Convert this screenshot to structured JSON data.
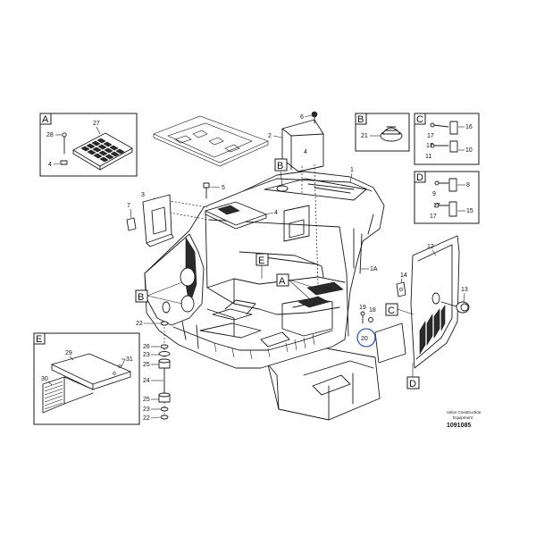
{
  "part_numbers": {
    "n1": "1",
    "n1a": "1A",
    "n2": "2",
    "n3": "3",
    "n4a": "4",
    "n4b": "4",
    "n4c": "4",
    "n5": "5",
    "n6": "6",
    "n7": "7",
    "n8": "8",
    "n9": "9",
    "n10": "10",
    "n11": "11",
    "n12": "12",
    "n13": "13",
    "n14": "14",
    "n15": "15",
    "n16": "16",
    "n17a": "17",
    "n17b": "17",
    "n17c": "17",
    "n17d": "17",
    "n18": "18",
    "n19": "19",
    "n20": "20",
    "n21": "21",
    "n22a": "22",
    "n22b": "22",
    "n23a": "23",
    "n23b": "23",
    "n24": "24",
    "n25a": "25",
    "n25b": "25",
    "n26": "26",
    "n27": "27",
    "n28": "28",
    "n29": "29",
    "n30": "30",
    "n31": "31"
  },
  "view_labels": {
    "A": "A",
    "B": "B",
    "C": "C",
    "D": "D",
    "E": "E"
  },
  "footer": {
    "credit_line1": "Volvo Construction",
    "credit_line2": "Equipment",
    "drawing_number": "1091085"
  },
  "colors": {
    "line": "#1a1a1a",
    "callout_circle": "#2f56c9",
    "background": "#ffffff"
  }
}
